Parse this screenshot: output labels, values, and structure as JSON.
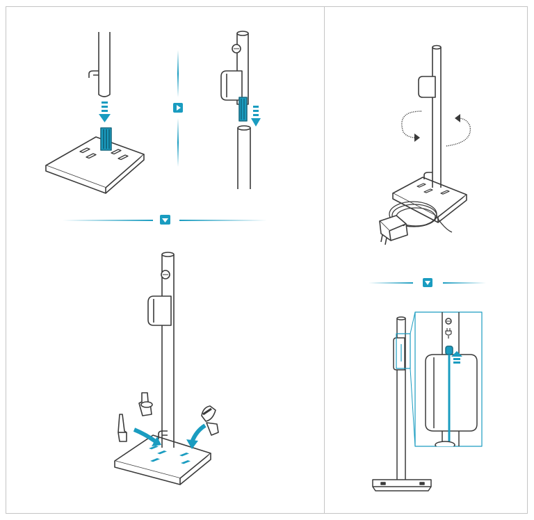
{
  "colors": {
    "accent": "#1a9cc0",
    "ink": "#3a3a3a",
    "frame": "#c4c4c4",
    "paper": "#ffffff"
  },
  "panels": [
    {
      "id": "assembly",
      "steps": [
        "insert-pole-into-base",
        "join-pole-sections",
        "place-accessories-on-base"
      ]
    },
    {
      "id": "install",
      "steps": [
        "rotate-and-route-charger-cable",
        "connect-charger-plug"
      ]
    }
  ],
  "icons": {
    "next_step_right": "arrow-right-icon",
    "next_step_down": "arrow-down-icon",
    "power_plug": "plug-icon",
    "rotate": "rotate-arrows-icon"
  }
}
